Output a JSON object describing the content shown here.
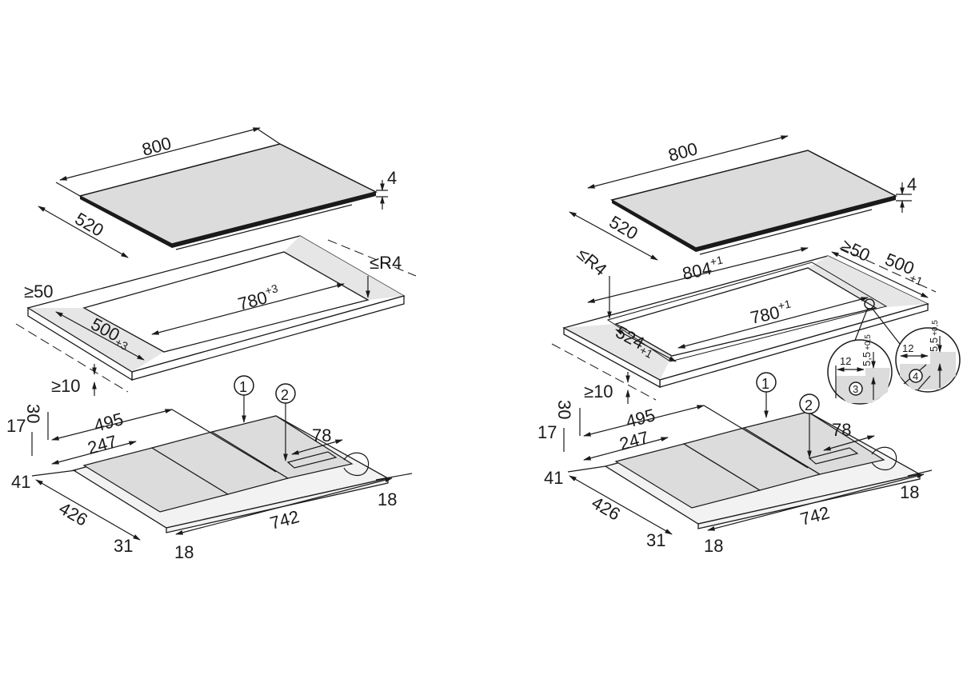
{
  "left": {
    "glass": {
      "width": "800",
      "depth": "520",
      "thickness": "4"
    },
    "cutout": {
      "min_edge": "≥50",
      "width": "780",
      "width_tol": "+3",
      "depth": "500",
      "depth_tol": "+3",
      "radius": "≤R4",
      "min_front": "≥10"
    },
    "unit": {
      "d495": "495",
      "d247": "247",
      "d78": "78",
      "d30": "30",
      "d17": "17",
      "d41": "41",
      "d426": "426",
      "d31": "31",
      "d18a": "18",
      "d742": "742",
      "d18b": "18"
    },
    "callouts": [
      "1",
      "2"
    ]
  },
  "right": {
    "glass": {
      "width": "800",
      "depth": "520",
      "thickness": "4"
    },
    "cutout": {
      "outer_width": "804",
      "outer_width_tol": "+1",
      "min_edge": "≥50",
      "outer_depth": "500",
      "outer_depth_tol": "+1",
      "radius": "≤R4",
      "width": "780",
      "width_tol": "+1",
      "depth": "524",
      "depth_tol": "+1",
      "min_front": "≥10"
    },
    "details": [
      {
        "number": "3",
        "width": "12",
        "depth": "5,5",
        "tol": "+0,5"
      },
      {
        "number": "4",
        "width": "12",
        "depth": "5,5",
        "tol": "+0,5"
      }
    ],
    "unit": {
      "d495": "495",
      "d247": "247",
      "d78": "78",
      "d30": "30",
      "d17": "17",
      "d41": "41",
      "d426": "426",
      "d31": "31",
      "d18a": "18",
      "d742": "742",
      "d18b": "18"
    },
    "callouts": [
      "1",
      "2"
    ]
  }
}
